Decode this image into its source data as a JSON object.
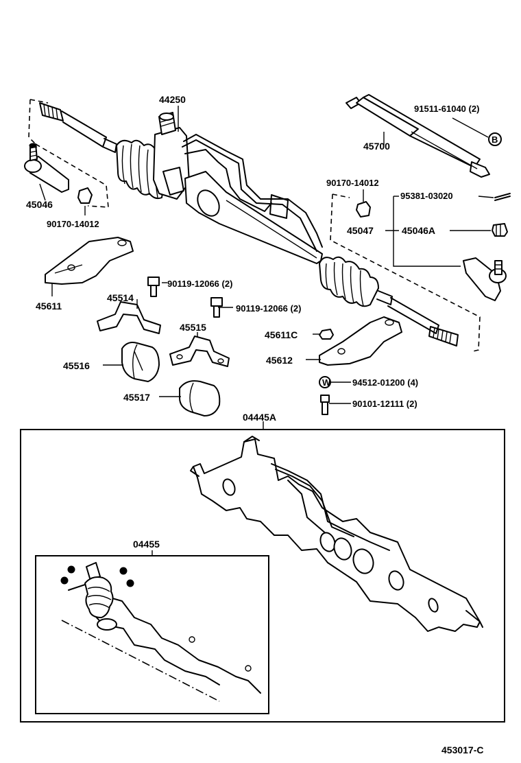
{
  "labels": {
    "gear_assembly": "44250",
    "damper": "45700",
    "damper_bolt": "91511-61040 (2)",
    "marker_b": "B",
    "tie_rod_end_left": "45046",
    "nut_left": "90170-14012",
    "nut_right": "90170-14012",
    "cotter_pin": "95381-03020",
    "tie_rod_end_sub": "45047",
    "tie_rod_end_right": "45046A",
    "bracket_left": "45611",
    "clamp_left": "45514",
    "bolt_a": "90119-12066 (2)",
    "bolt_b": "90119-12066 (2)",
    "clamp_right": "45515",
    "nut_c": "45611C",
    "bracket_right": "45612",
    "grommet_left": "45516",
    "grommet_right": "45517",
    "washer": "94512-01200 (4)",
    "marker_w": "W",
    "bolt_c": "90101-12111 (2)",
    "housing_kit": "04445A",
    "gasket_kit": "04455",
    "diagram_code": "453017-C"
  }
}
